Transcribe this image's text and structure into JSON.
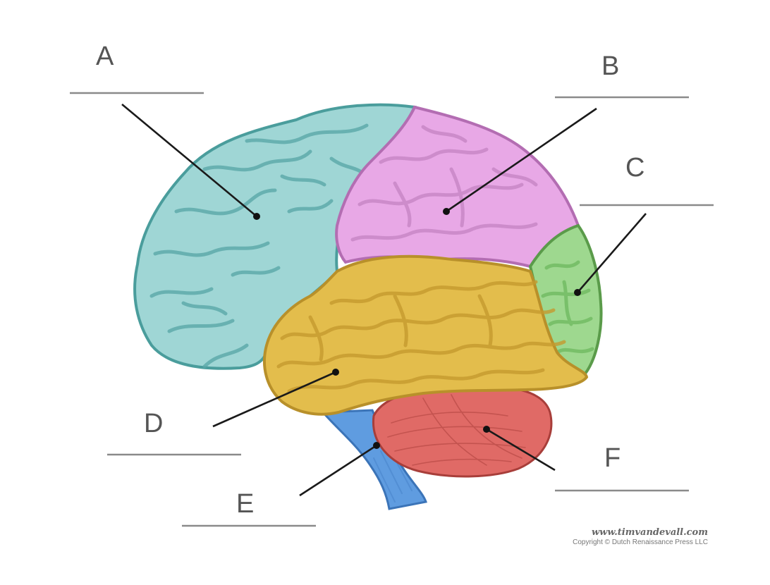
{
  "labels": {
    "A": "A",
    "B": "B",
    "C": "C",
    "D": "D",
    "E": "E",
    "F": "F"
  },
  "regions": {
    "frontal": {
      "fill": "#9fd6d5",
      "stroke": "#4a9d9c"
    },
    "parietal": {
      "fill": "#e8a8e6",
      "stroke": "#b36db2"
    },
    "occipital": {
      "fill": "#9ed88f",
      "stroke": "#5a9b4a"
    },
    "temporal": {
      "fill": "#e3bd4c",
      "stroke": "#b8902a"
    },
    "brainstem": {
      "fill": "#5f9ce0",
      "stroke": "#3b74b8"
    },
    "cerebellum": {
      "fill": "#e06a66",
      "stroke": "#a83e3a"
    }
  },
  "credit": {
    "url": "www.timvandevall.com",
    "copyright": "Copyright © Dutch Renaissance Press LLC"
  }
}
